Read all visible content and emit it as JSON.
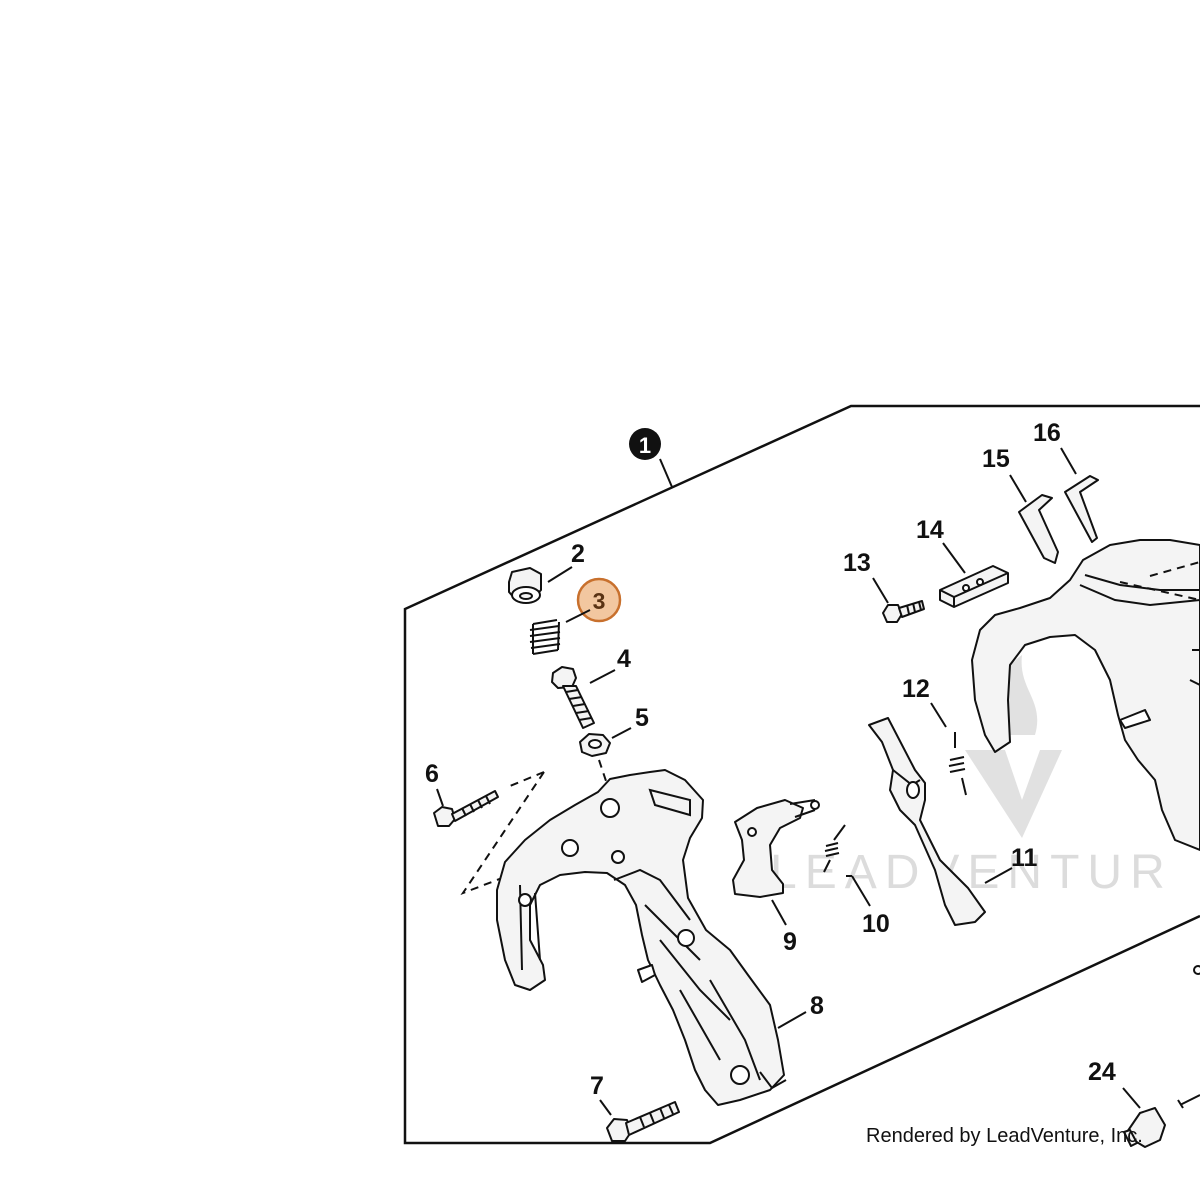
{
  "diagram": {
    "callouts": [
      {
        "id": "1",
        "label": "1",
        "style": "filled-black"
      },
      {
        "id": "2",
        "label": "2"
      },
      {
        "id": "3",
        "label": "3",
        "style": "highlighted",
        "highlight_color": "#f2c7a0",
        "highlight_border": "#c8702d"
      },
      {
        "id": "4",
        "label": "4"
      },
      {
        "id": "5",
        "label": "5"
      },
      {
        "id": "6",
        "label": "6"
      },
      {
        "id": "7",
        "label": "7"
      },
      {
        "id": "8",
        "label": "8"
      },
      {
        "id": "9",
        "label": "9"
      },
      {
        "id": "10",
        "label": "10"
      },
      {
        "id": "11",
        "label": "11"
      },
      {
        "id": "12",
        "label": "12"
      },
      {
        "id": "13",
        "label": "13"
      },
      {
        "id": "14",
        "label": "14"
      },
      {
        "id": "15",
        "label": "15"
      },
      {
        "id": "16",
        "label": "16"
      },
      {
        "id": "24",
        "label": "24"
      }
    ],
    "watermark_text": "LEADVENTUR",
    "credit": "Rendered by LeadVenture, Inc."
  }
}
